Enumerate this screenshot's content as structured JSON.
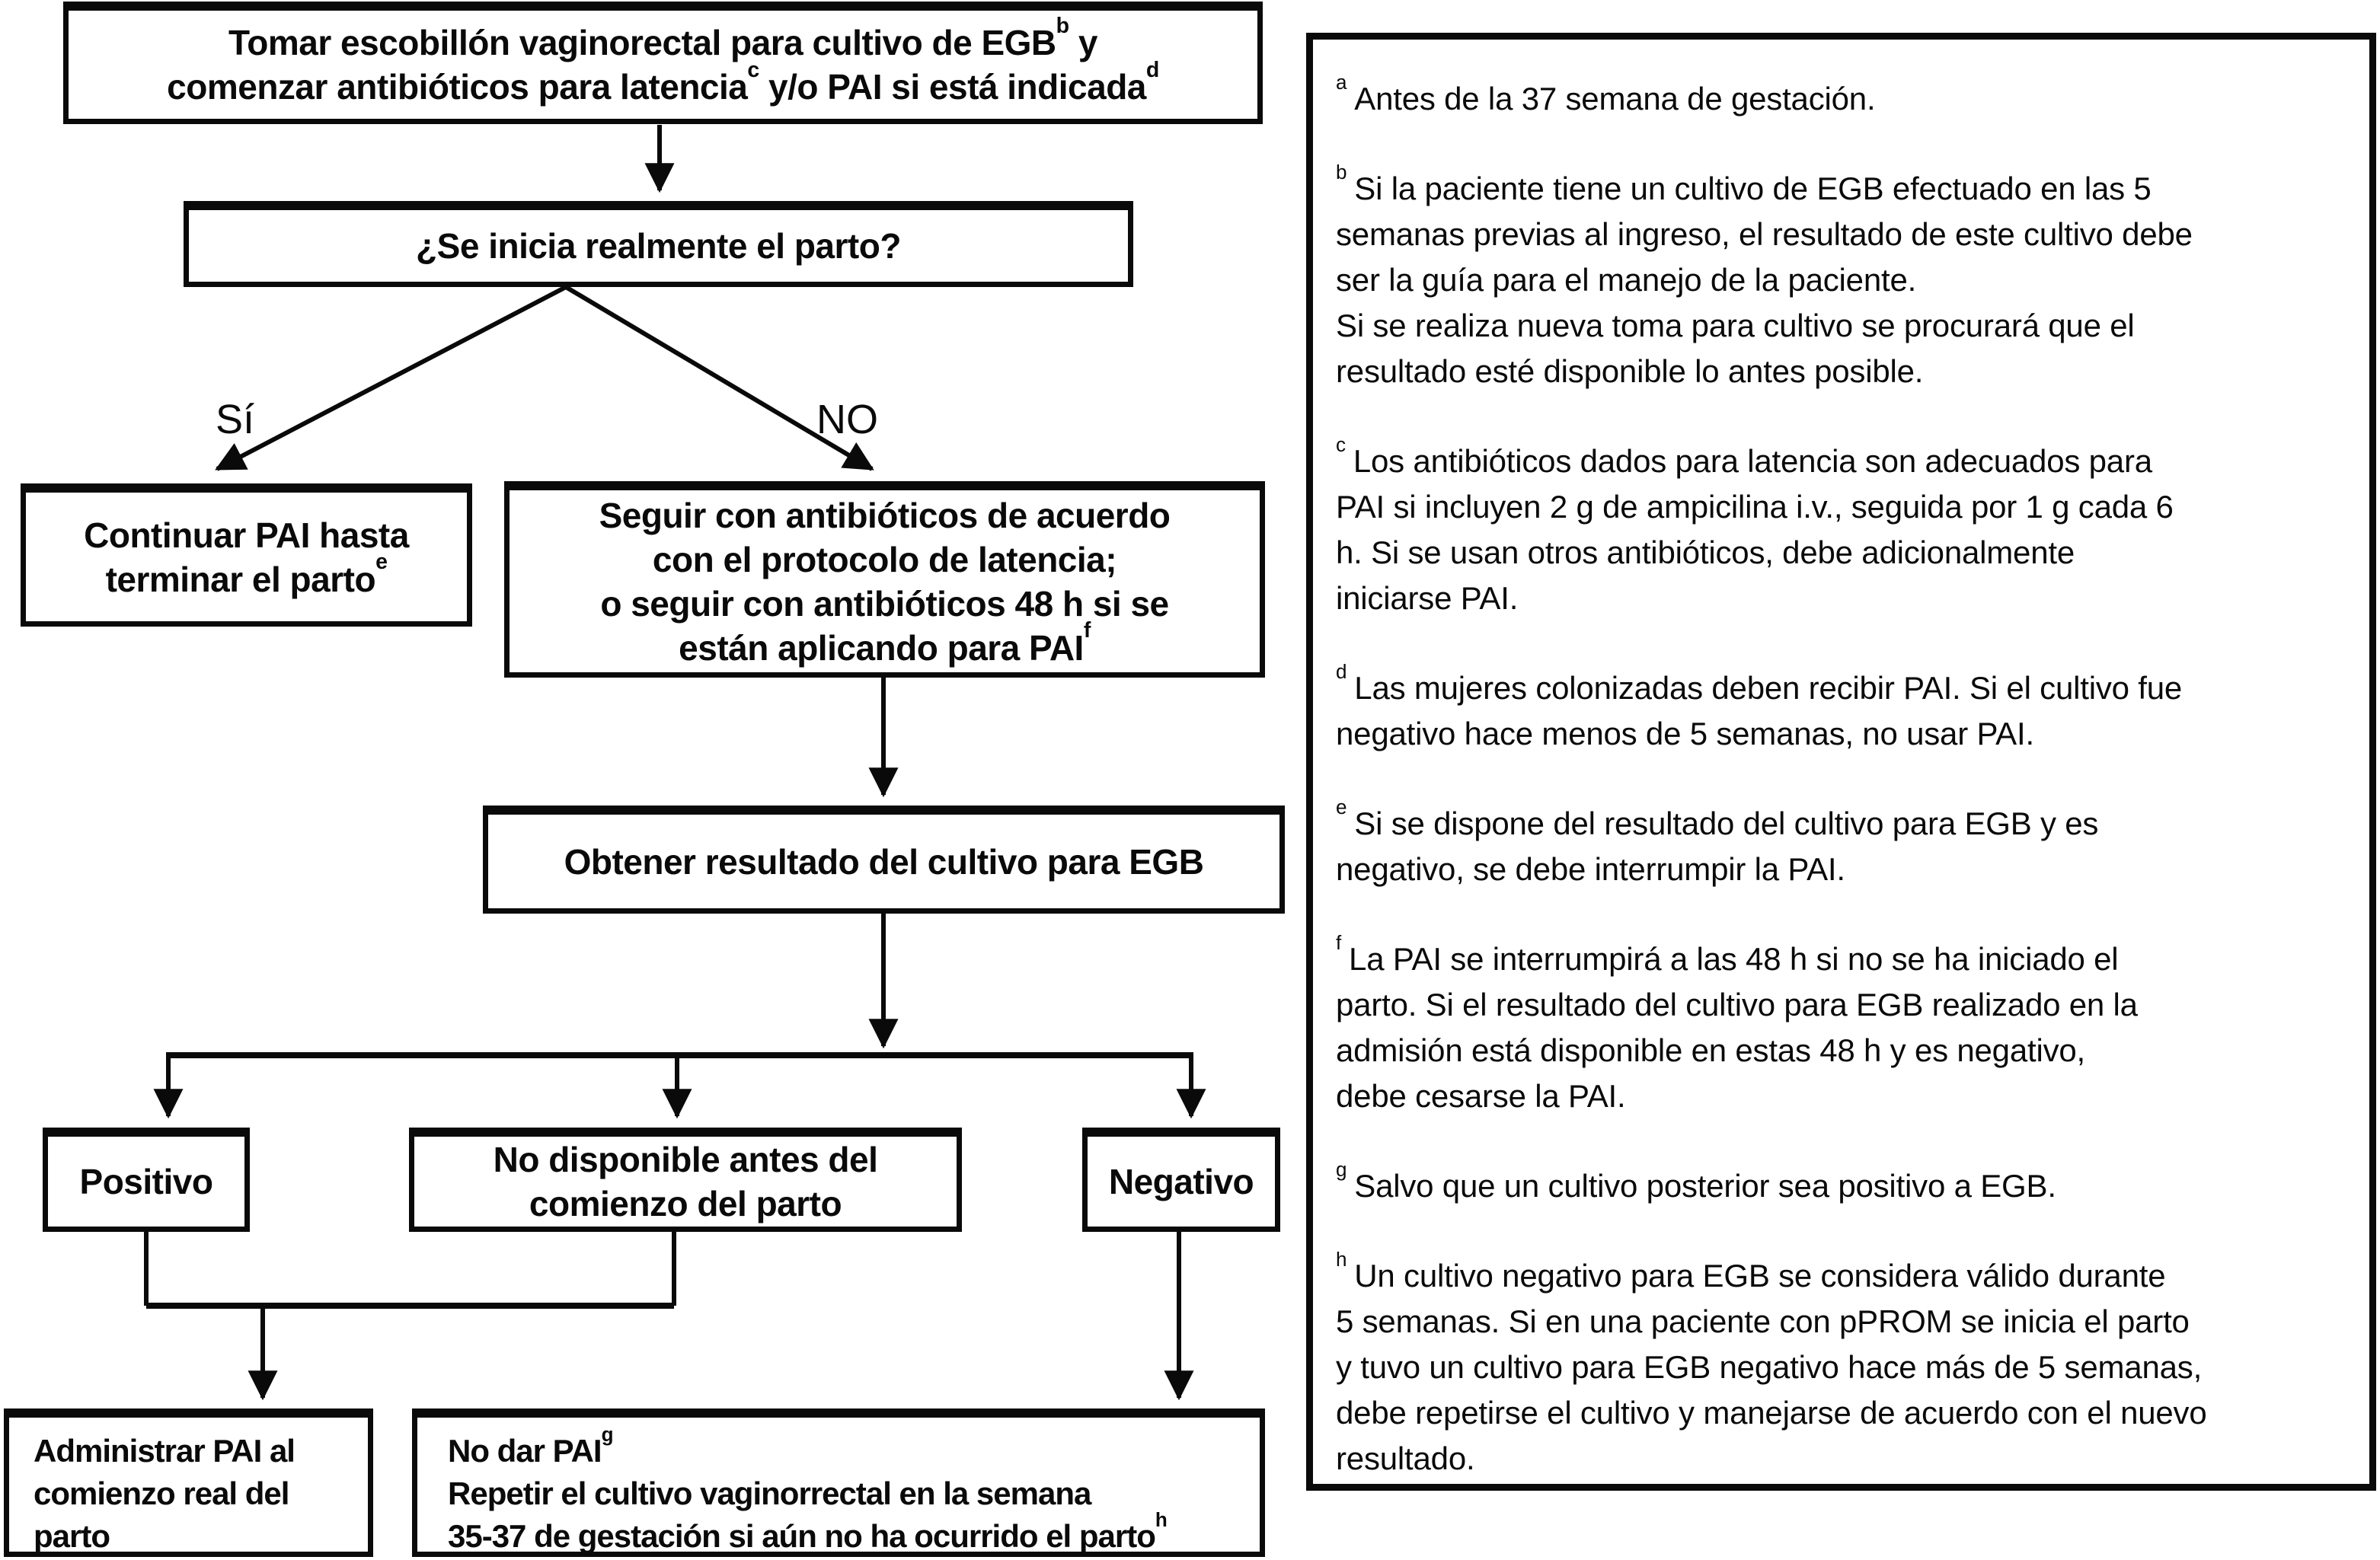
{
  "colors": {
    "ink": "#0a0a0a",
    "background": "#ffffff"
  },
  "flowchart": {
    "top_box": {
      "l1a": "Tomar escobillón vaginorectal para cultivo de EGB",
      "l1sup": "b",
      "l1b": " y",
      "l2a": "comenzar antibióticos para latencia",
      "l2sup": "c",
      "l2b": " y/o PAI si está indicada",
      "l2sup2": "d"
    },
    "question_box": {
      "text": "¿Se inicia realmente el parto?"
    },
    "yes_label": "Sí",
    "no_label": "NO",
    "continuar_box": {
      "l1": "Continuar PAI hasta",
      "l2": "terminar el parto",
      "l2sup": "e"
    },
    "seguir_box": {
      "l1": "Seguir con antibióticos de acuerdo",
      "l2": "con el protocolo de latencia;",
      "l3": "o seguir con antibióticos 48 h si se",
      "l4": "están aplicando para PAI",
      "l4sup": "f"
    },
    "obtener_box": {
      "text": "Obtener resultado del cultivo para EGB"
    },
    "positivo_box": {
      "text": "Positivo"
    },
    "nodisponible_box": {
      "l1": "No disponible antes del",
      "l2": "comienzo del parto"
    },
    "negativo_box": {
      "text": "Negativo"
    },
    "administrar_box": {
      "text": "Administrar PAI al\ncomienzo real del\nparto"
    },
    "nodar_box": {
      "l1": "No dar PAI",
      "l1sup": "g",
      "l2": "Repetir el cultivo vaginorrectal en la semana",
      "l3": "35-37 de gestación si aún no ha ocurrido el parto",
      "l3sup": "h"
    }
  },
  "footnotes": [
    {
      "marker": "a",
      "text": "Antes de la 37 semana de gestación."
    },
    {
      "marker": "b",
      "text": "Si la paciente tiene un cultivo de EGB efectuado en las 5\nsemanas previas al ingreso, el resultado de este cultivo debe\nser la guía para el manejo de la paciente.\nSi se realiza nueva toma para cultivo se procurará que el\nresultado esté disponible lo antes posible."
    },
    {
      "marker": "c",
      "text": "Los antibióticos dados para latencia son adecuados para\nPAI si incluyen 2 g de ampicilina i.v., seguida por 1 g cada 6\nh. Si se usan otros antibióticos, debe adicionalmente\niniciarse PAI."
    },
    {
      "marker": "d",
      "text": "Las mujeres colonizadas deben recibir PAI. Si el cultivo fue\nnegativo hace menos de 5 semanas, no usar PAI."
    },
    {
      "marker": "e",
      "text": "Si se dispone del resultado del cultivo para EGB y es\nnegativo, se debe interrumpir la PAI."
    },
    {
      "marker": "f",
      "text": "La PAI se interrumpirá a las 48 h si no se ha iniciado el\nparto. Si el resultado del cultivo para EGB realizado en la\nadmisión está disponible en estas 48 h y es negativo,\ndebe cesarse la PAI."
    },
    {
      "marker": "g",
      "text": "Salvo que un cultivo posterior sea positivo a EGB."
    },
    {
      "marker": "h",
      "text": "Un cultivo negativo para EGB se considera válido durante\n5 semanas. Si en una paciente con pPROM se inicia el parto\ny tuvo un cultivo para EGB negativo hace más de 5 semanas,\ndebe repetirse el cultivo y manejarse de acuerdo con el nuevo\nresultado."
    }
  ]
}
